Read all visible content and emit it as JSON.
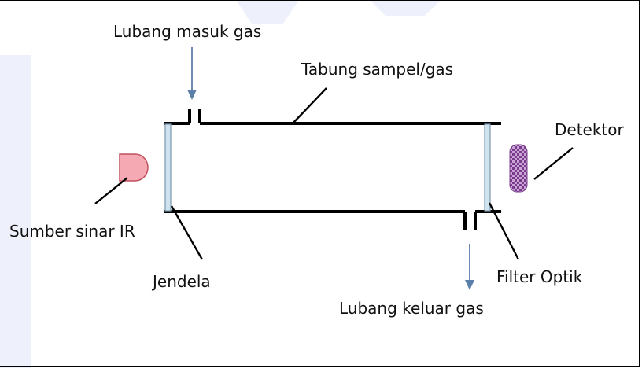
{
  "labels": {
    "inlet": "Lubang masuk gas",
    "tube": "Tabung sampel/gas",
    "detector": "Detektor",
    "source": "Sumber sinar IR",
    "window": "Jendela",
    "filter": "Filter Optik",
    "outlet": "Lubang keluar gas"
  },
  "colors": {
    "line": "#000000",
    "arrow": "#5b7fa8",
    "source_fill": "#f4a9b3",
    "source_stroke": "#c0505f",
    "detector_fill": "#8b4f9a",
    "window_fill": "#cfe3ef",
    "window_stroke": "#7d97ae",
    "decoration": "#eef0fb"
  },
  "icons": {
    "source": "ir-source-icon",
    "detector": "detector-icon"
  }
}
